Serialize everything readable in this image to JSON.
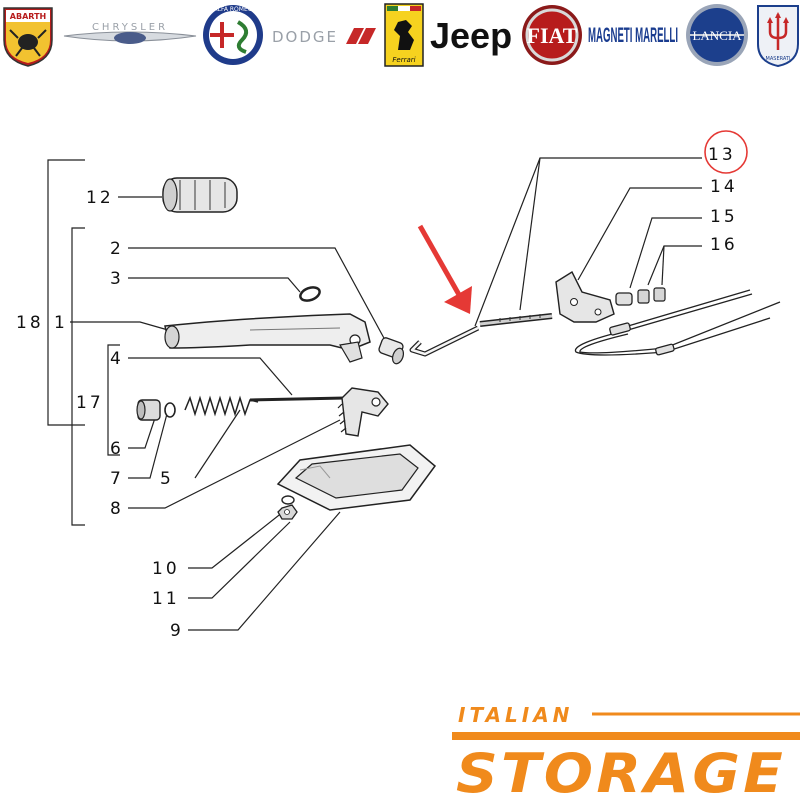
{
  "brands": [
    {
      "name": "ABARTH",
      "icon": "abarth-scorpion-shield-icon"
    },
    {
      "name": "CHRYSLER",
      "icon": "chrysler-wings-icon"
    },
    {
      "name": "ALFA ROMEO",
      "icon": "alfa-romeo-roundel-icon"
    },
    {
      "name": "DODGE",
      "icon": "dodge-stripes-icon"
    },
    {
      "name": "Ferrari",
      "icon": "ferrari-prancing-horse-icon"
    },
    {
      "name": "Jeep",
      "icon": "jeep-wordmark"
    },
    {
      "name": "FIAT",
      "icon": "fiat-badge-icon"
    },
    {
      "name": "MAGNETI MARELLI",
      "icon": "magneti-marelli-wordmark"
    },
    {
      "name": "LANCIA",
      "icon": "lancia-shield-icon"
    },
    {
      "name": "MASERATI",
      "icon": "maserati-trident-icon"
    }
  ],
  "diagram": {
    "callouts": {
      "c1": "1",
      "c2": "2",
      "c3": "3",
      "c4": "4",
      "c5": "5",
      "c6": "6",
      "c7": "7",
      "c8": "8",
      "c9": "9",
      "c10": "10",
      "c11": "11",
      "c12": "12",
      "c13": "13",
      "c14": "14",
      "c15": "15",
      "c16": "16",
      "c17": "17",
      "c18": "18"
    },
    "highlighted_part": "13",
    "highlight_color": "#e53935",
    "arrow_color": "#e53935"
  },
  "logo": {
    "line1": "ITALIAN",
    "line2": "STORAGE",
    "color": "#f08a1c"
  }
}
